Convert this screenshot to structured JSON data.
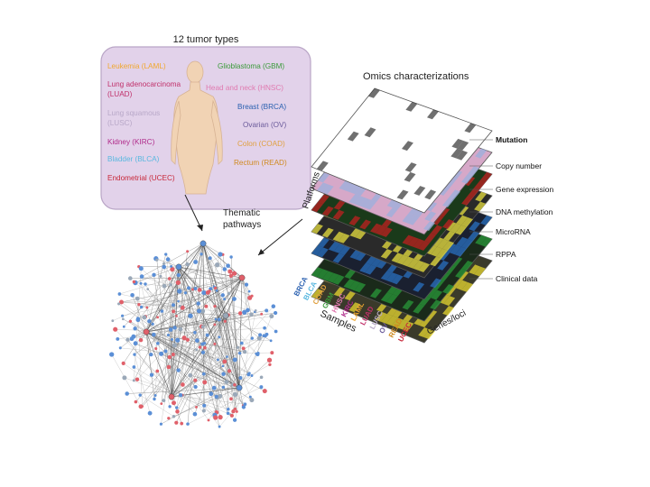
{
  "tumor_panel": {
    "title": "12 tumor types",
    "left_labels": [
      {
        "text": "Leukemia (LAML)",
        "color": "#f0a830"
      },
      {
        "text": "Lung adenocarcinoma",
        "color": "#c0306a"
      },
      {
        "text": "(LUAD)",
        "color": "#c0306a"
      },
      {
        "text": "Lung squamous",
        "color": "#b8a8c8"
      },
      {
        "text": "(LUSC)",
        "color": "#b8a8c8"
      },
      {
        "text": "Kidney (KIRC)",
        "color": "#b02a8a"
      },
      {
        "text": "Bladder (BLCA)",
        "color": "#5ab8e0"
      },
      {
        "text": "Endometrial (UCEC)",
        "color": "#c8283a"
      }
    ],
    "right_labels": [
      {
        "text": "Glioblastoma (GBM)",
        "color": "#3a9a3a"
      },
      {
        "text": "Head and neck (HNSC)",
        "color": "#e07ab0"
      },
      {
        "text": "Breast (BRCA)",
        "color": "#2a60b0"
      },
      {
        "text": "Ovarian (OV)",
        "color": "#6a5a9a"
      },
      {
        "text": "Colon (COAD)",
        "color": "#e0a040"
      },
      {
        "text": "Rectum (READ)",
        "color": "#d08a20"
      }
    ]
  },
  "omics": {
    "title": "Omics characterizations",
    "platforms_label": "Platforms",
    "layers": [
      {
        "label": "Mutation",
        "bold": true
      },
      {
        "label": "Copy number",
        "bold": false
      },
      {
        "label": "Gene expression",
        "bold": false
      },
      {
        "label": "DNA methylation",
        "bold": false
      },
      {
        "label": "MicroRNA",
        "bold": false
      },
      {
        "label": "RPPA",
        "bold": false
      },
      {
        "label": "Clinical data",
        "bold": false
      }
    ],
    "samples_label": "Samples",
    "genes_label": "Genes/loci",
    "sample_codes": [
      {
        "text": "BRCA",
        "color": "#2a60b0"
      },
      {
        "text": "BLCA",
        "color": "#5ab8e0"
      },
      {
        "text": "COAD",
        "color": "#e0a040"
      },
      {
        "text": "GBM",
        "color": "#3a9a3a"
      },
      {
        "text": "HNSC",
        "color": "#e07ab0"
      },
      {
        "text": "KIRC",
        "color": "#b02a8a"
      },
      {
        "text": "LAML",
        "color": "#f0a830"
      },
      {
        "text": "LUAD",
        "color": "#c0306a"
      },
      {
        "text": "LUSC",
        "color": "#b8a8c8"
      },
      {
        "text": "OV",
        "color": "#6a5a9a"
      },
      {
        "text": "READ",
        "color": "#d08a20"
      },
      {
        "text": "UCEC",
        "color": "#c8283a"
      }
    ]
  },
  "pathways": {
    "label_line1": "Thematic",
    "label_line2": "pathways",
    "node_colors": [
      "#5b8fd6",
      "#e0606a",
      "#9aa8b8"
    ]
  }
}
